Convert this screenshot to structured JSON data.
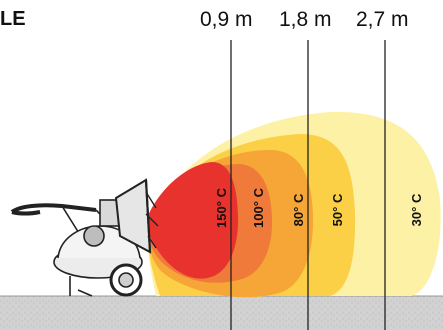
{
  "title_fragment": "LE",
  "distances": [
    "0,9 m",
    "1,8 m",
    "2,7 m"
  ],
  "temperature_zones": [
    {
      "label": "150° C",
      "color": "#e8322e"
    },
    {
      "label": "100° C",
      "color": "#f07a3a"
    },
    {
      "label": "80° C",
      "color": "#f5a636"
    },
    {
      "label": "50° C",
      "color": "#fbd046"
    },
    {
      "label": "30° C",
      "color": "#fdf1a6"
    }
  ],
  "ground_color": "#cfcfcf"
}
